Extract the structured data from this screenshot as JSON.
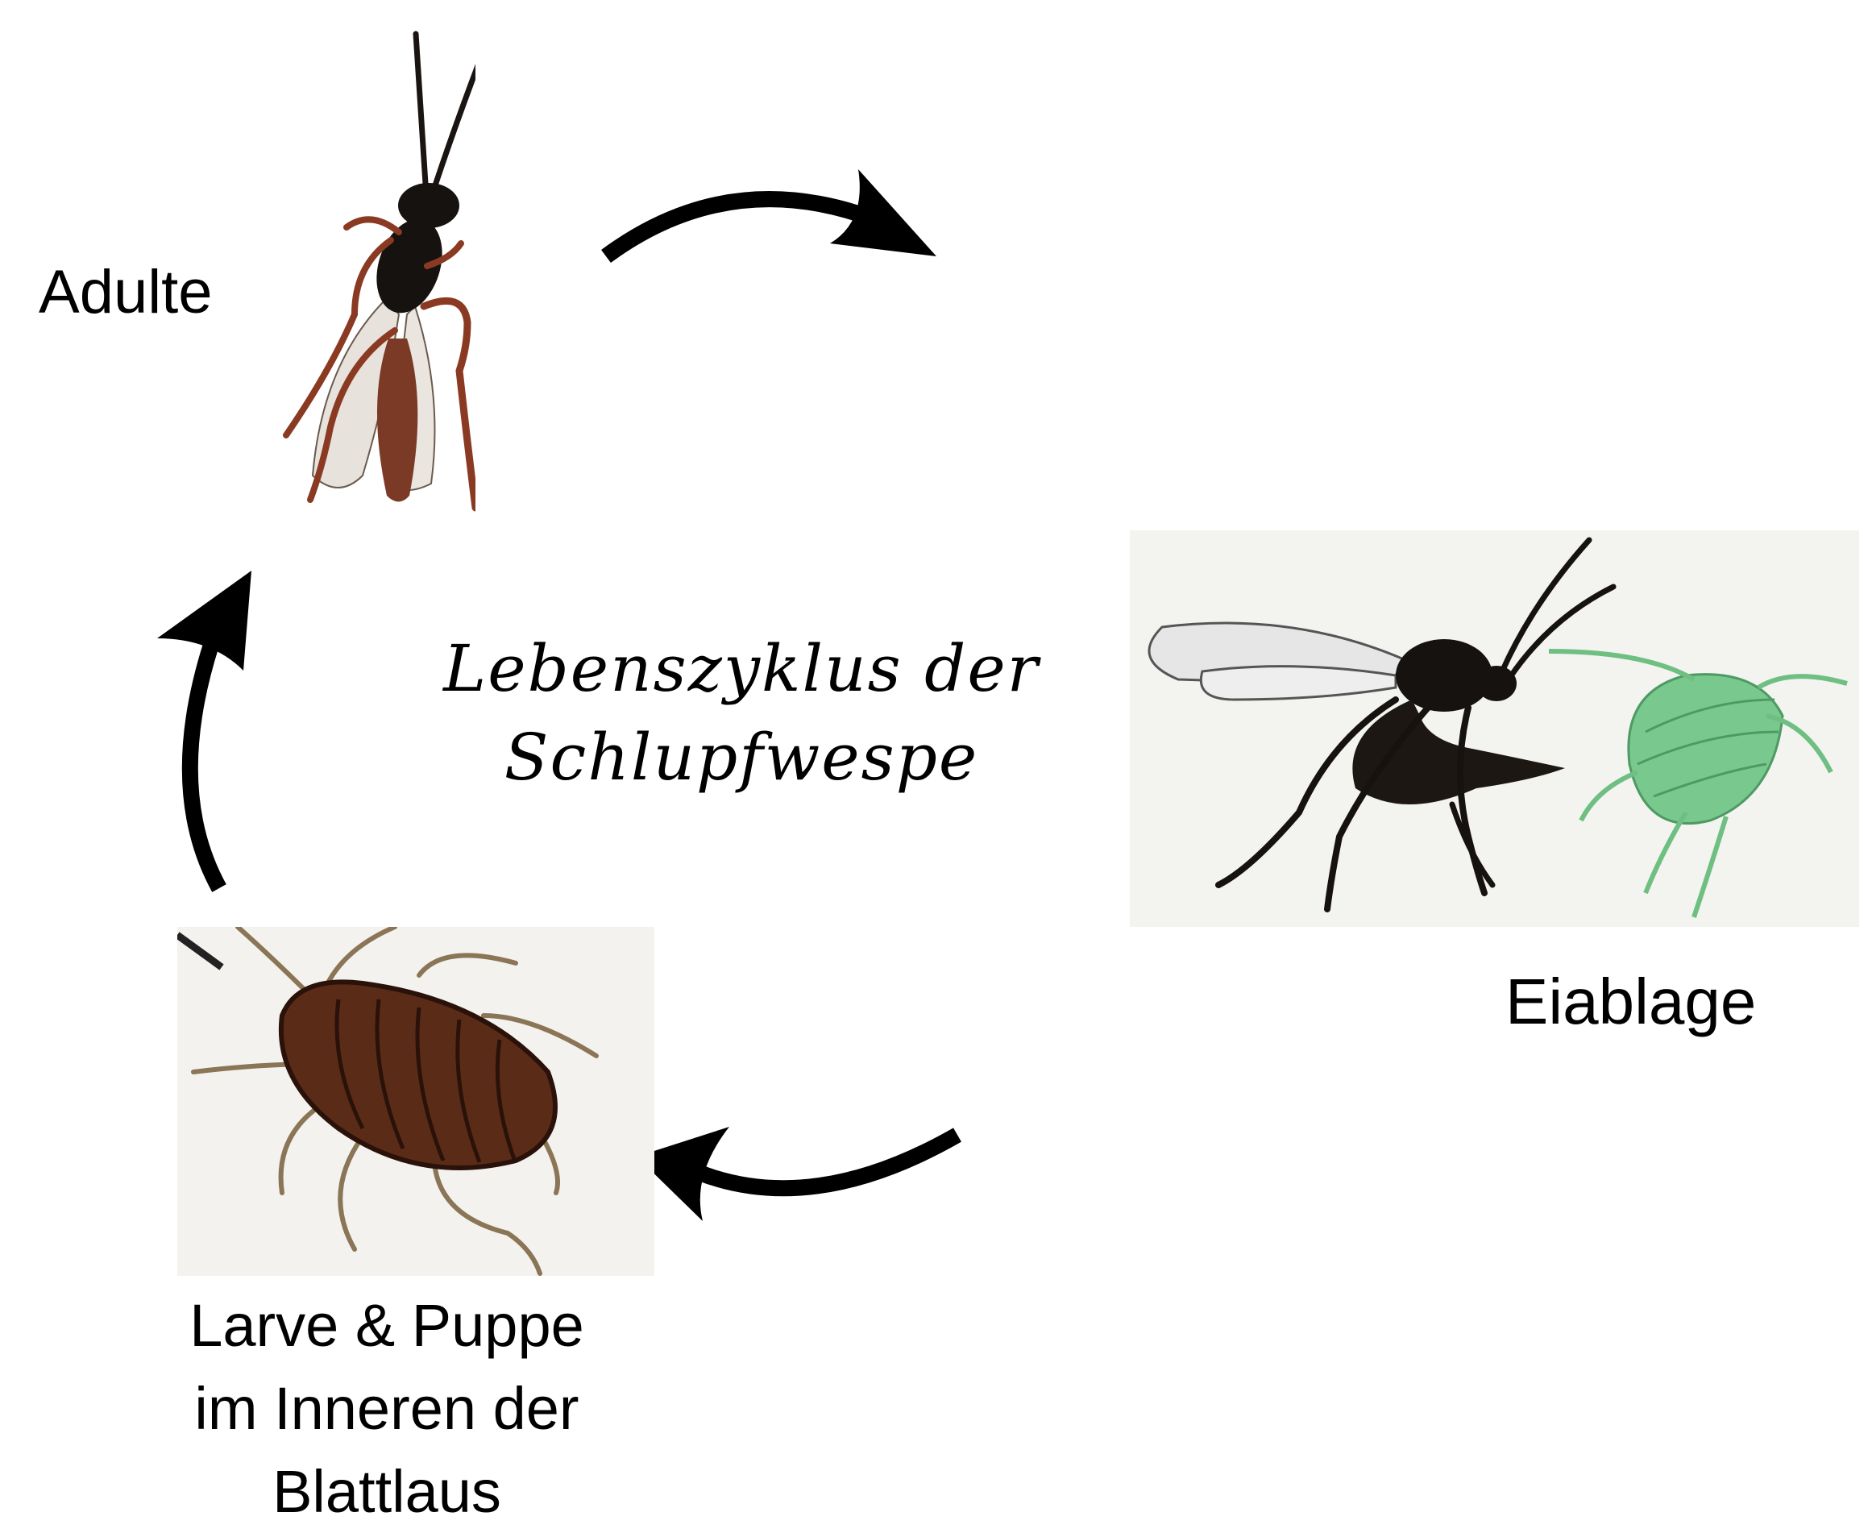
{
  "title": {
    "line1": "Lebenszyklus der",
    "line2": "Schlupfwespe"
  },
  "stages": {
    "adult": {
      "label": "Adulte"
    },
    "egg_laying": {
      "label": "Eiablage"
    },
    "larva_pupa": {
      "line1": "Larve & Puppe",
      "line2": "im Inneren der",
      "line3": "Blattlaus"
    }
  },
  "colors": {
    "arrow": "#000000",
    "wasp_body": "#161210",
    "wasp_legs": "#8a3a22",
    "aphid_green": "#6fbf82",
    "aphid_brown": "#5a2c18",
    "background": "#ffffff"
  },
  "icons": [
    "adult-wasp-icon",
    "ovipositing-wasp-icon",
    "green-aphid-icon",
    "mummified-aphid-icon",
    "cycle-arrow-icon"
  ]
}
